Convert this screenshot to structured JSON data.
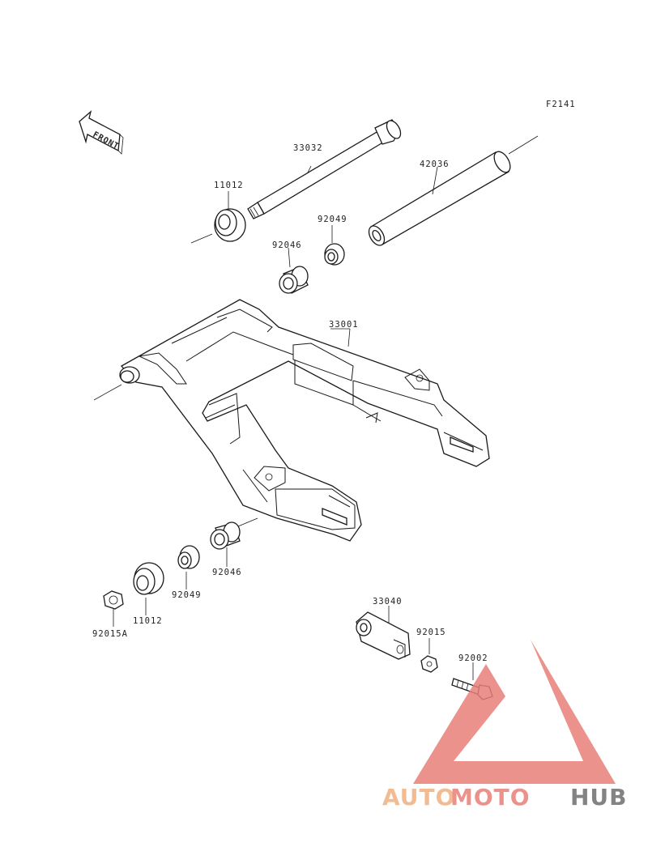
{
  "figure_code": "F2141",
  "front_label": "FRONT",
  "parts": {
    "p33032": "33032",
    "p42036": "42036",
    "p11012_top": "11012",
    "p92049_top": "92049",
    "p92046_top": "92046",
    "p33001": "33001",
    "p92046_bottom": "92046",
    "p92049_bottom": "92049",
    "p11012_bottom": "11012",
    "p92015A": "92015A",
    "p33040": "33040",
    "p92015": "92015",
    "p92002": "92002"
  },
  "watermark": {
    "part1": "AUTO",
    "part2": "MOTO",
    "part3": "HUB",
    "color_light": "#f0b080",
    "color_red": "#e87f7a",
    "color_dark": "#6e6e6e"
  }
}
